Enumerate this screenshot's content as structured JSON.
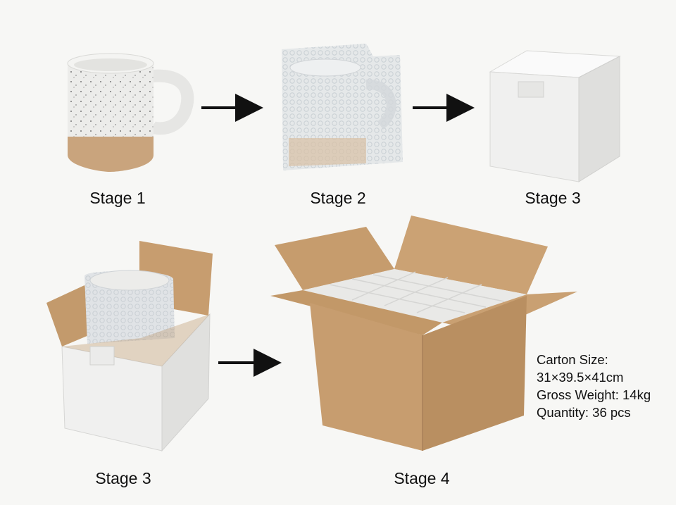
{
  "labels": {
    "stage1": "Stage 1",
    "stage2": "Stage 2",
    "stage3_top": "Stage 3",
    "stage3_bottom": "Stage 3",
    "stage4": "Stage 4"
  },
  "specs": [
    "Carton Size:",
    "31×39.5×41cm",
    "Gross Weight: 14kg",
    "Quantity: 36 pcs"
  ],
  "colors": {
    "background": "#f7f7f5",
    "mug_white": "#ededeb",
    "mug_clay": "#caa57f",
    "bubble_wrap": "#dfe3e6",
    "white_box": "#f1f1f0",
    "cardboard": "#c49a6c",
    "arrow": "#111111"
  }
}
